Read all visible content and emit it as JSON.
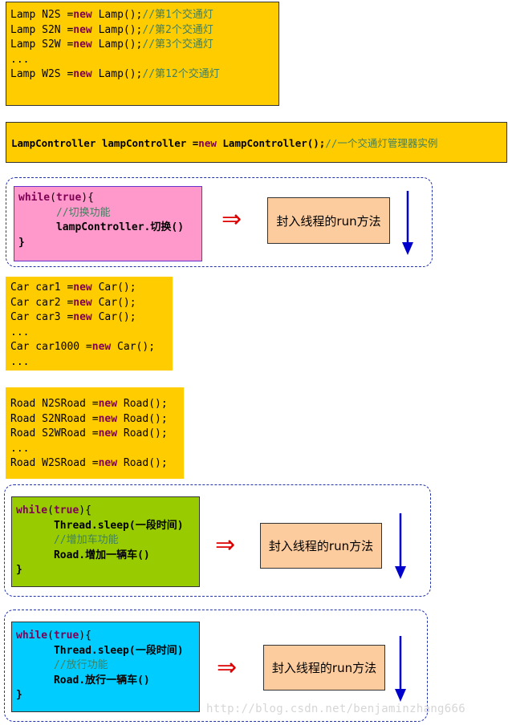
{
  "lamps": {
    "lines": [
      {
        "prefix": "Lamp N2S =",
        "kw": "new",
        "rest": " Lamp();",
        "comment": "//第1个交通灯"
      },
      {
        "prefix": "Lamp S2N =",
        "kw": "new",
        "rest": " Lamp();",
        "comment": "//第2个交通灯"
      },
      {
        "prefix": "Lamp S2W =",
        "kw": "new",
        "rest": " Lamp();",
        "comment": "//第3个交通灯"
      },
      {
        "prefix": "...",
        "kw": "",
        "rest": "",
        "comment": ""
      },
      {
        "prefix": "Lamp W2S =",
        "kw": "new",
        "rest": " Lamp();",
        "comment": "//第12个交通灯"
      }
    ]
  },
  "controller": {
    "prefix": "LampController lampController =",
    "kw": "new",
    "rest": " LampController();",
    "comment": "//一个交通灯管理器实例"
  },
  "loop_switch": {
    "while_kw": "while",
    "while_open": "(",
    "true_kw": "true",
    "while_close": "){",
    "comment": "//切换功能",
    "call": "lampController.切换()",
    "close": "}",
    "arrow": "⇒",
    "run_label": "封入线程的run方法"
  },
  "cars": {
    "lines": [
      {
        "prefix": "Car car1 =",
        "kw": "new",
        "rest": " Car();"
      },
      {
        "prefix": "Car car2 =",
        "kw": "new",
        "rest": " Car();"
      },
      {
        "prefix": "Car car3 =",
        "kw": "new",
        "rest": " Car();"
      },
      {
        "prefix": "...",
        "kw": "",
        "rest": ""
      },
      {
        "prefix": "Car car1000 =",
        "kw": "new",
        "rest": " Car();"
      },
      {
        "prefix": "...",
        "kw": "",
        "rest": ""
      }
    ]
  },
  "roads": {
    "lines": [
      {
        "prefix": "Road N2SRoad =",
        "kw": "new",
        "rest": " Road();"
      },
      {
        "prefix": "Road S2NRoad =",
        "kw": "new",
        "rest": " Road();"
      },
      {
        "prefix": "Road S2WRoad =",
        "kw": "new",
        "rest": " Road();"
      },
      {
        "prefix": "...",
        "kw": "",
        "rest": ""
      },
      {
        "prefix": "Road W2SRoad =",
        "kw": "new",
        "rest": " Road();"
      }
    ]
  },
  "loop_add": {
    "while_kw": "while",
    "while_open": "(",
    "true_kw": "true",
    "while_close": "){",
    "sleep": "Thread.sleep(一段时间)",
    "comment": "//增加车功能",
    "call": "Road.增加一辆车()",
    "close": "}",
    "arrow": "⇒",
    "run_label": "封入线程的run方法"
  },
  "loop_release": {
    "while_kw": "while",
    "while_open": "(",
    "true_kw": "true",
    "while_close": "){",
    "sleep": "Thread.sleep(一段时间)",
    "comment": "//放行功能",
    "call": "Road.放行一辆车()",
    "close": "}",
    "arrow": "⇒",
    "run_label": "封入线程的run方法"
  },
  "watermark": "http://blog.csdn.net/benjaminzhang666",
  "colors": {
    "keyword": "#7f0055",
    "comment": "#3f7f5f",
    "code_bg": "#ffcc00",
    "arrow": "#dd0000",
    "down_arrow": "#0000cc"
  }
}
